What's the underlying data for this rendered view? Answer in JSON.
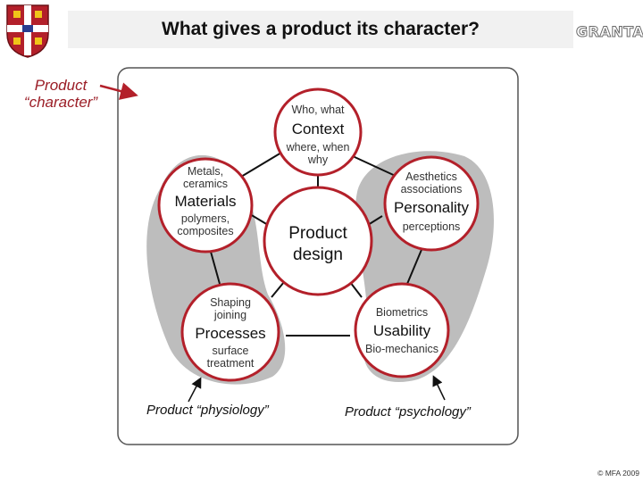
{
  "header": {
    "title": "What gives a product its character?",
    "brand": "GRANTA"
  },
  "side_label": [
    "Product",
    "“character”"
  ],
  "center": {
    "lines": [
      "Product",
      "design"
    ]
  },
  "nodes": {
    "context": {
      "top": [
        "Who, what"
      ],
      "title": "Context",
      "bottom": [
        "where, when",
        "why"
      ]
    },
    "materials": {
      "top": [
        "Metals,",
        "ceramics"
      ],
      "title": "Materials",
      "bottom": [
        "polymers,",
        "composites"
      ]
    },
    "personality": {
      "top": [
        "Aesthetics",
        "associations"
      ],
      "title": "Personality",
      "bottom": [
        "perceptions"
      ]
    },
    "processes": {
      "top": [
        "Shaping",
        "joining"
      ],
      "title": "Processes",
      "bottom": [
        "surface",
        "treatment"
      ]
    },
    "usability": {
      "top": [
        "Biometrics"
      ],
      "title": "Usability",
      "bottom": [
        "Bio-mechanics"
      ]
    }
  },
  "captions": {
    "physiology": "Product “physiology”",
    "psychology": "Product “psychology”"
  },
  "copyright": "© MFA  2009",
  "colors": {
    "accent": "#9b1d26",
    "blob": "#bdbdbd",
    "node_border": "#b3202a"
  }
}
